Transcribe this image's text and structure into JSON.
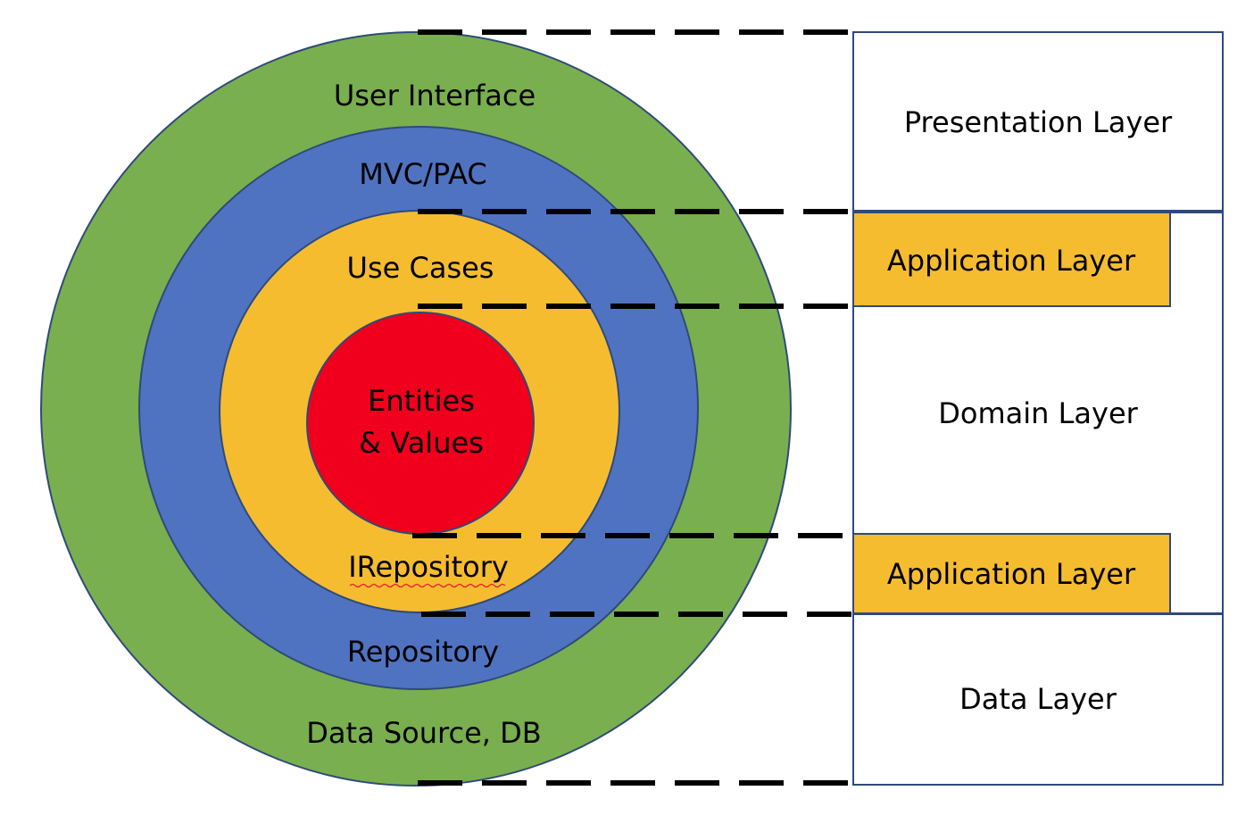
{
  "rings": {
    "outer_label": "User Interface",
    "outer_bottom_label": "Data Source, DB",
    "second_label": "MVC/PAC",
    "second_bottom_label": "Repository",
    "third_label": "Use Cases",
    "third_bottom_label": "IRepository",
    "core_line1": "Entities",
    "core_line2": "& Values"
  },
  "layers": {
    "presentation": "Presentation Layer",
    "application_top": "Application Layer",
    "domain": "Domain Layer",
    "application_bottom": "Application Layer",
    "data": "Data Layer"
  },
  "colors": {
    "outer_ring": "#79AF4F",
    "second_ring": "#4F73C0",
    "third_ring": "#F6BC30",
    "core": "#F0001C",
    "ring_stroke": "#2F4A7A",
    "application_box": "#F6BC30",
    "layer_box_stroke": "#2F4A7A",
    "dash_line": "#000000",
    "spellcheck_underline": "#E03030"
  }
}
